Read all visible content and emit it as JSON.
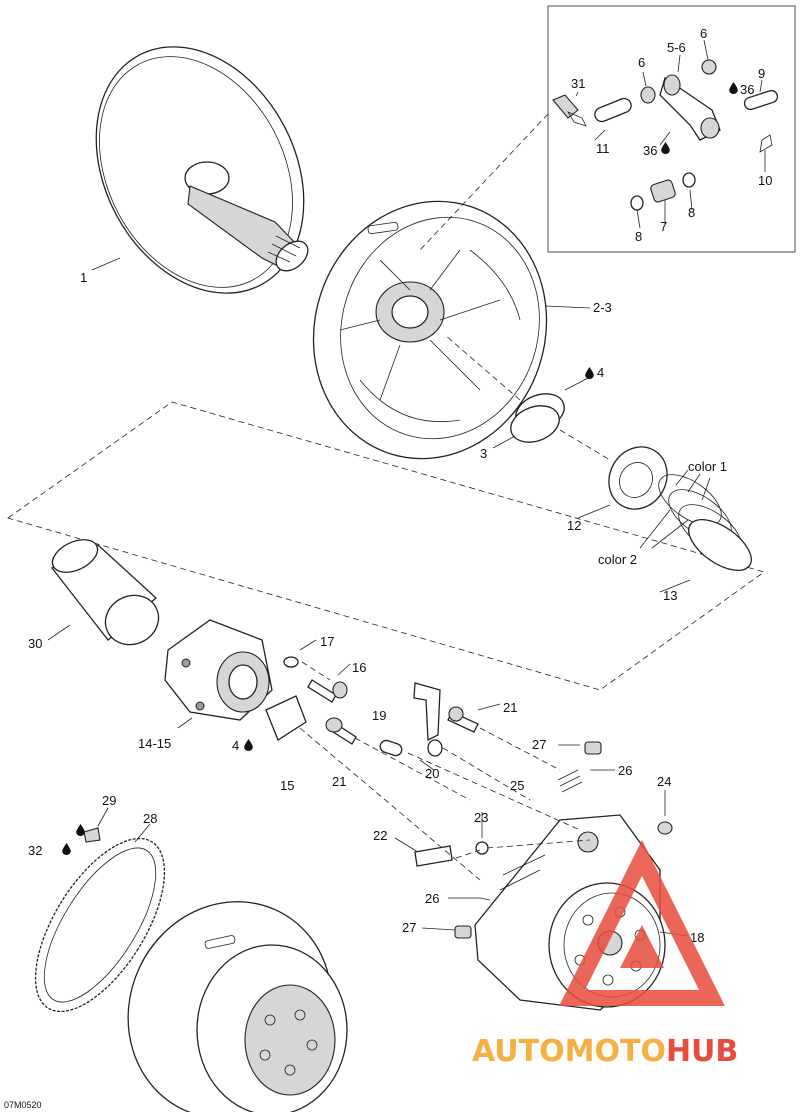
{
  "labels": {
    "l1": "1",
    "l23a": "2-3",
    "l3": "3",
    "l4a": "4",
    "l12": "12",
    "lcolor1": "color 1",
    "lcolor2": "color 2",
    "l13": "13",
    "l31": "31",
    "l11": "11",
    "l6a": "6",
    "l56": "5-6",
    "l6b": "6",
    "l36a": "36",
    "l36b": "36",
    "l9": "9",
    "l10": "10",
    "l8a": "8",
    "l7": "7",
    "l8b": "8",
    "l30": "30",
    "l1415": "14-15",
    "l17": "17",
    "l16": "16",
    "l4b": "4",
    "l15": "15",
    "l19": "19",
    "l21a": "21",
    "l21b": "21",
    "l20": "20",
    "l25": "25",
    "l27a": "27",
    "l26a": "26",
    "l24": "24",
    "l23": "23",
    "l22": "22",
    "l26b": "26",
    "l27b": "27",
    "l18": "18",
    "l29": "29",
    "l28": "28",
    "l32": "32"
  },
  "reference_code": "07M0520",
  "watermark": {
    "auto": "AUTO",
    "moto": "MOTO",
    "hub": "HUB"
  },
  "colors": {
    "line": "#222222",
    "watermark_red": "#e74c3c",
    "watermark_orange": "#f5b041"
  },
  "icons": {
    "lubricant": "oil-drop-icon"
  }
}
